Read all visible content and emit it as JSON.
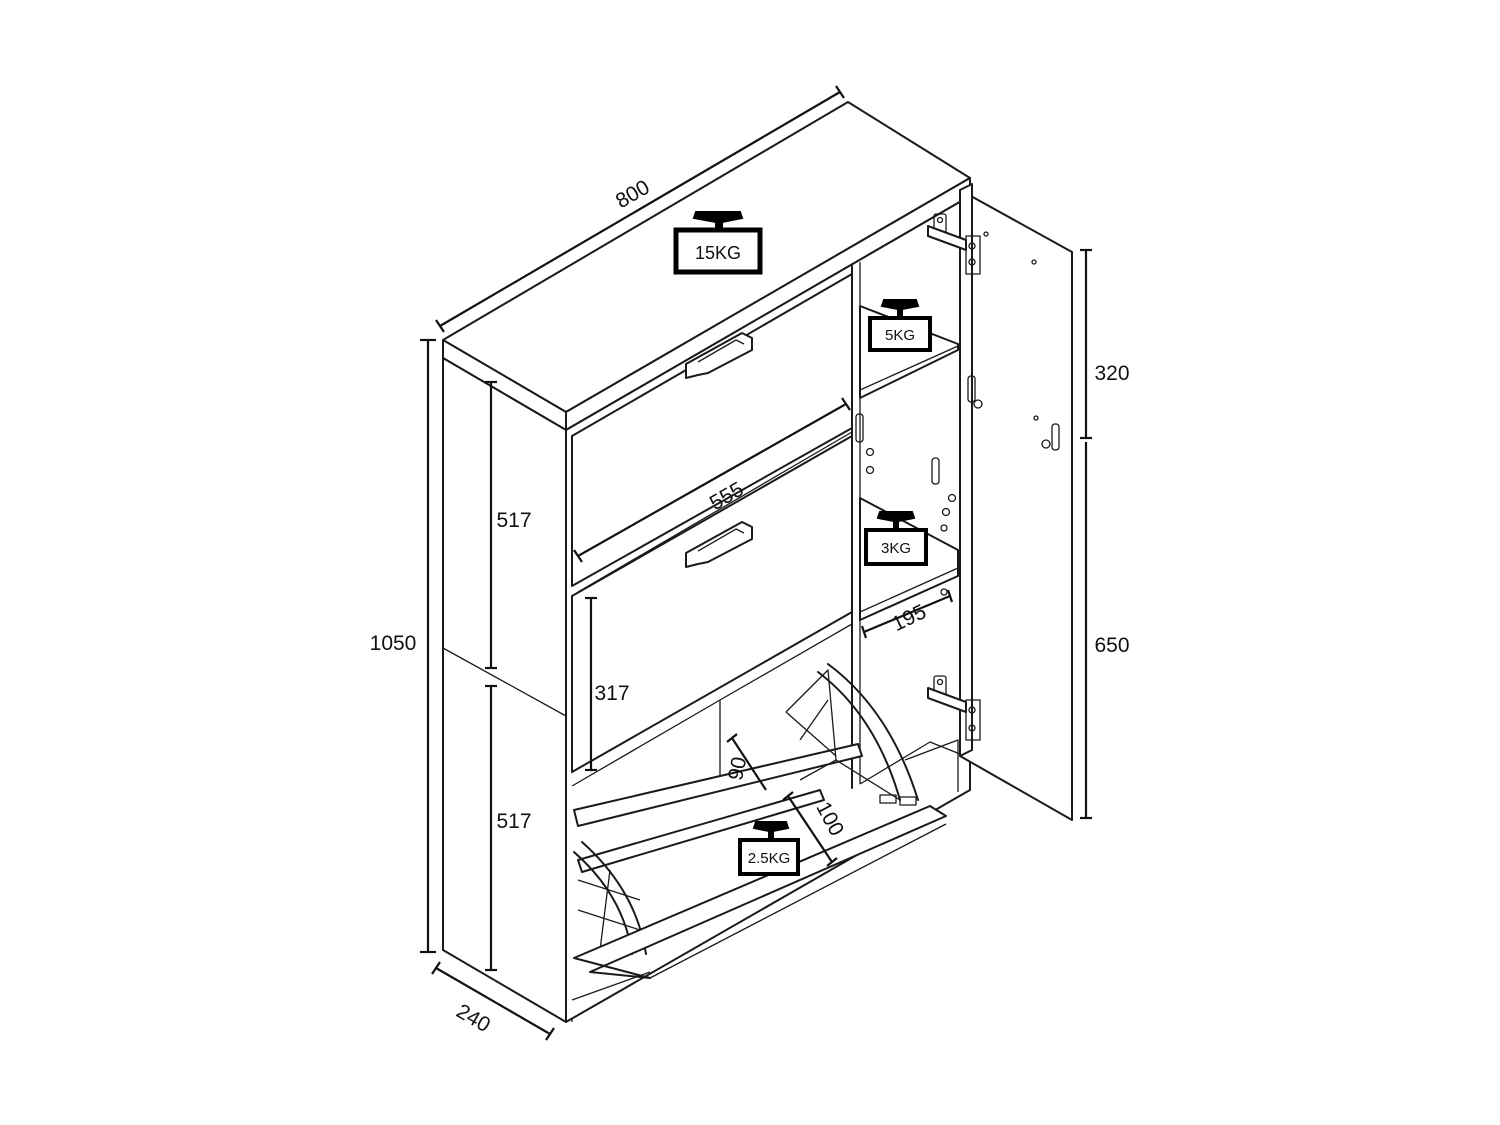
{
  "dimensions": {
    "width": "800",
    "height": "1050",
    "depth": "240",
    "flap_upper": "517",
    "flap_lower": "517",
    "inner_width": "555",
    "flap_height": "317",
    "tray_depth": "90",
    "tray_offset": "100",
    "shelf_depth": "195",
    "door_upper": "320",
    "door_lower": "650"
  },
  "loads": {
    "top": "15KG",
    "upper_shelf": "5KG",
    "lower_shelf": "3KG",
    "drawer": "2.5KG"
  }
}
